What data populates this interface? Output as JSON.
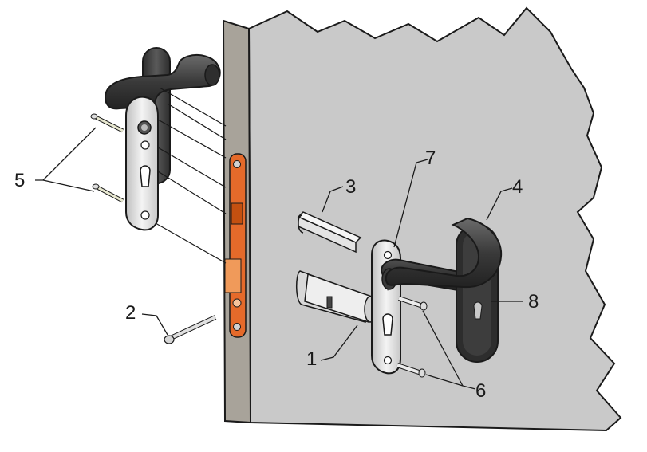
{
  "callouts": [
    {
      "id": "1",
      "label": "1"
    },
    {
      "id": "2",
      "label": "2"
    },
    {
      "id": "3",
      "label": "3"
    },
    {
      "id": "4",
      "label": "4"
    },
    {
      "id": "5",
      "label": "5"
    },
    {
      "id": "6",
      "label": "6"
    },
    {
      "id": "7",
      "label": "7"
    },
    {
      "id": "8",
      "label": "8"
    }
  ],
  "colors": {
    "door_face": "#c9c9c9",
    "door_edge": "#a8a39a",
    "lock_faceplate": "#e56a2a",
    "handle_dark": "#3d3d3d",
    "plate_light": "#e6e6e6",
    "outline": "#1a1a1a"
  }
}
